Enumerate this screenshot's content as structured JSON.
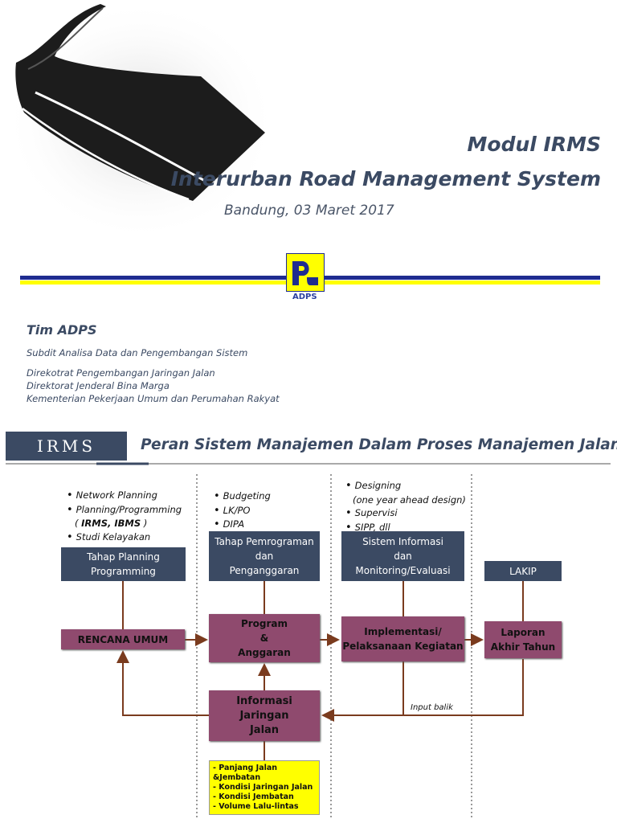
{
  "slide1": {
    "title_line1": "Modul IRMS",
    "title_line2": "Interurban Road Management System",
    "date": "Bandung, 03 Maret 2017",
    "logo_label": "ADPS",
    "author": "Tim ADPS",
    "affiliation": [
      "Subdit Analisa Data dan Pengembangan Sistem",
      "Direkotrat Pengembangan Jaringan Jalan",
      "Direktorat Jenderal Bina Marga",
      "Kementerian Pekerjaan Umum dan Perumahan Rakyat"
    ],
    "colors": {
      "blue_line": "#1f2c8f",
      "yellow_line": "#ffff00",
      "title": "#3b4a63"
    }
  },
  "slide2": {
    "tab_label": "IRMS",
    "title": "Peran Sistem Manajemen Dalam Proses Manajemen Jalan",
    "col1_bullets": [
      "Network Planning",
      "Planning/Programming",
      "Studi Kelayakan"
    ],
    "col1_bullet_sub": {
      "open": "( ",
      "bold": "IRMS, IBMS",
      "close": " )"
    },
    "col2_bullets": [
      "Budgeting",
      "LK/PO",
      "DIPA"
    ],
    "col3_bullets": [
      "Designing",
      "Supervisi",
      "SIPP, dll"
    ],
    "col3_bullet_sub": "(one year ahead design)",
    "boxes": {
      "tahap_planning": [
        "Tahap Planning",
        "Programming"
      ],
      "tahap_pemrograman": [
        "Tahap Pemrograman",
        "dan",
        "Penganggaran"
      ],
      "sistem_informasi": [
        "Sistem Informasi",
        "dan",
        "Monitoring/Evaluasi"
      ],
      "lakip": "LAKIP",
      "rencana_umum": "RENCANA UMUM",
      "program": [
        "Program",
        "&",
        "Anggaran"
      ],
      "implementasi": [
        "Implementasi/",
        "Pelaksanaan Kegiatan"
      ],
      "laporan": [
        "Laporan",
        "Akhir Tahun"
      ],
      "informasi": [
        "Informasi",
        "Jaringan",
        "Jalan"
      ]
    },
    "input_balik": "Input balik",
    "note_items": [
      "- Panjang Jalan &Jembatan",
      "- Kondisi Jaringan Jalan",
      "- Kondisi Jembatan",
      "- Volume Lalu-lintas"
    ],
    "colors": {
      "navy": "#3b4a63",
      "plum": "#8f4a6e",
      "arrow": "#7a3b1e",
      "note_bg": "#ffff00"
    }
  }
}
